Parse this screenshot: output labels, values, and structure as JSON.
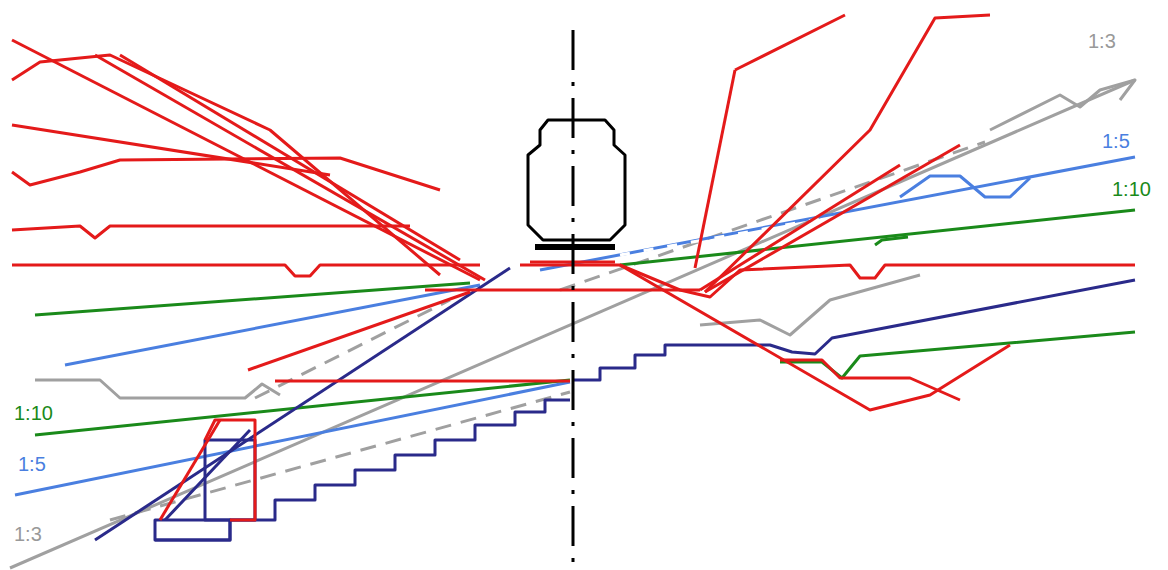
{
  "diagram": {
    "labels": [
      "1:3",
      "1:5",
      "1:10",
      "1:10",
      "1:5",
      "1:3"
    ]
  }
}
